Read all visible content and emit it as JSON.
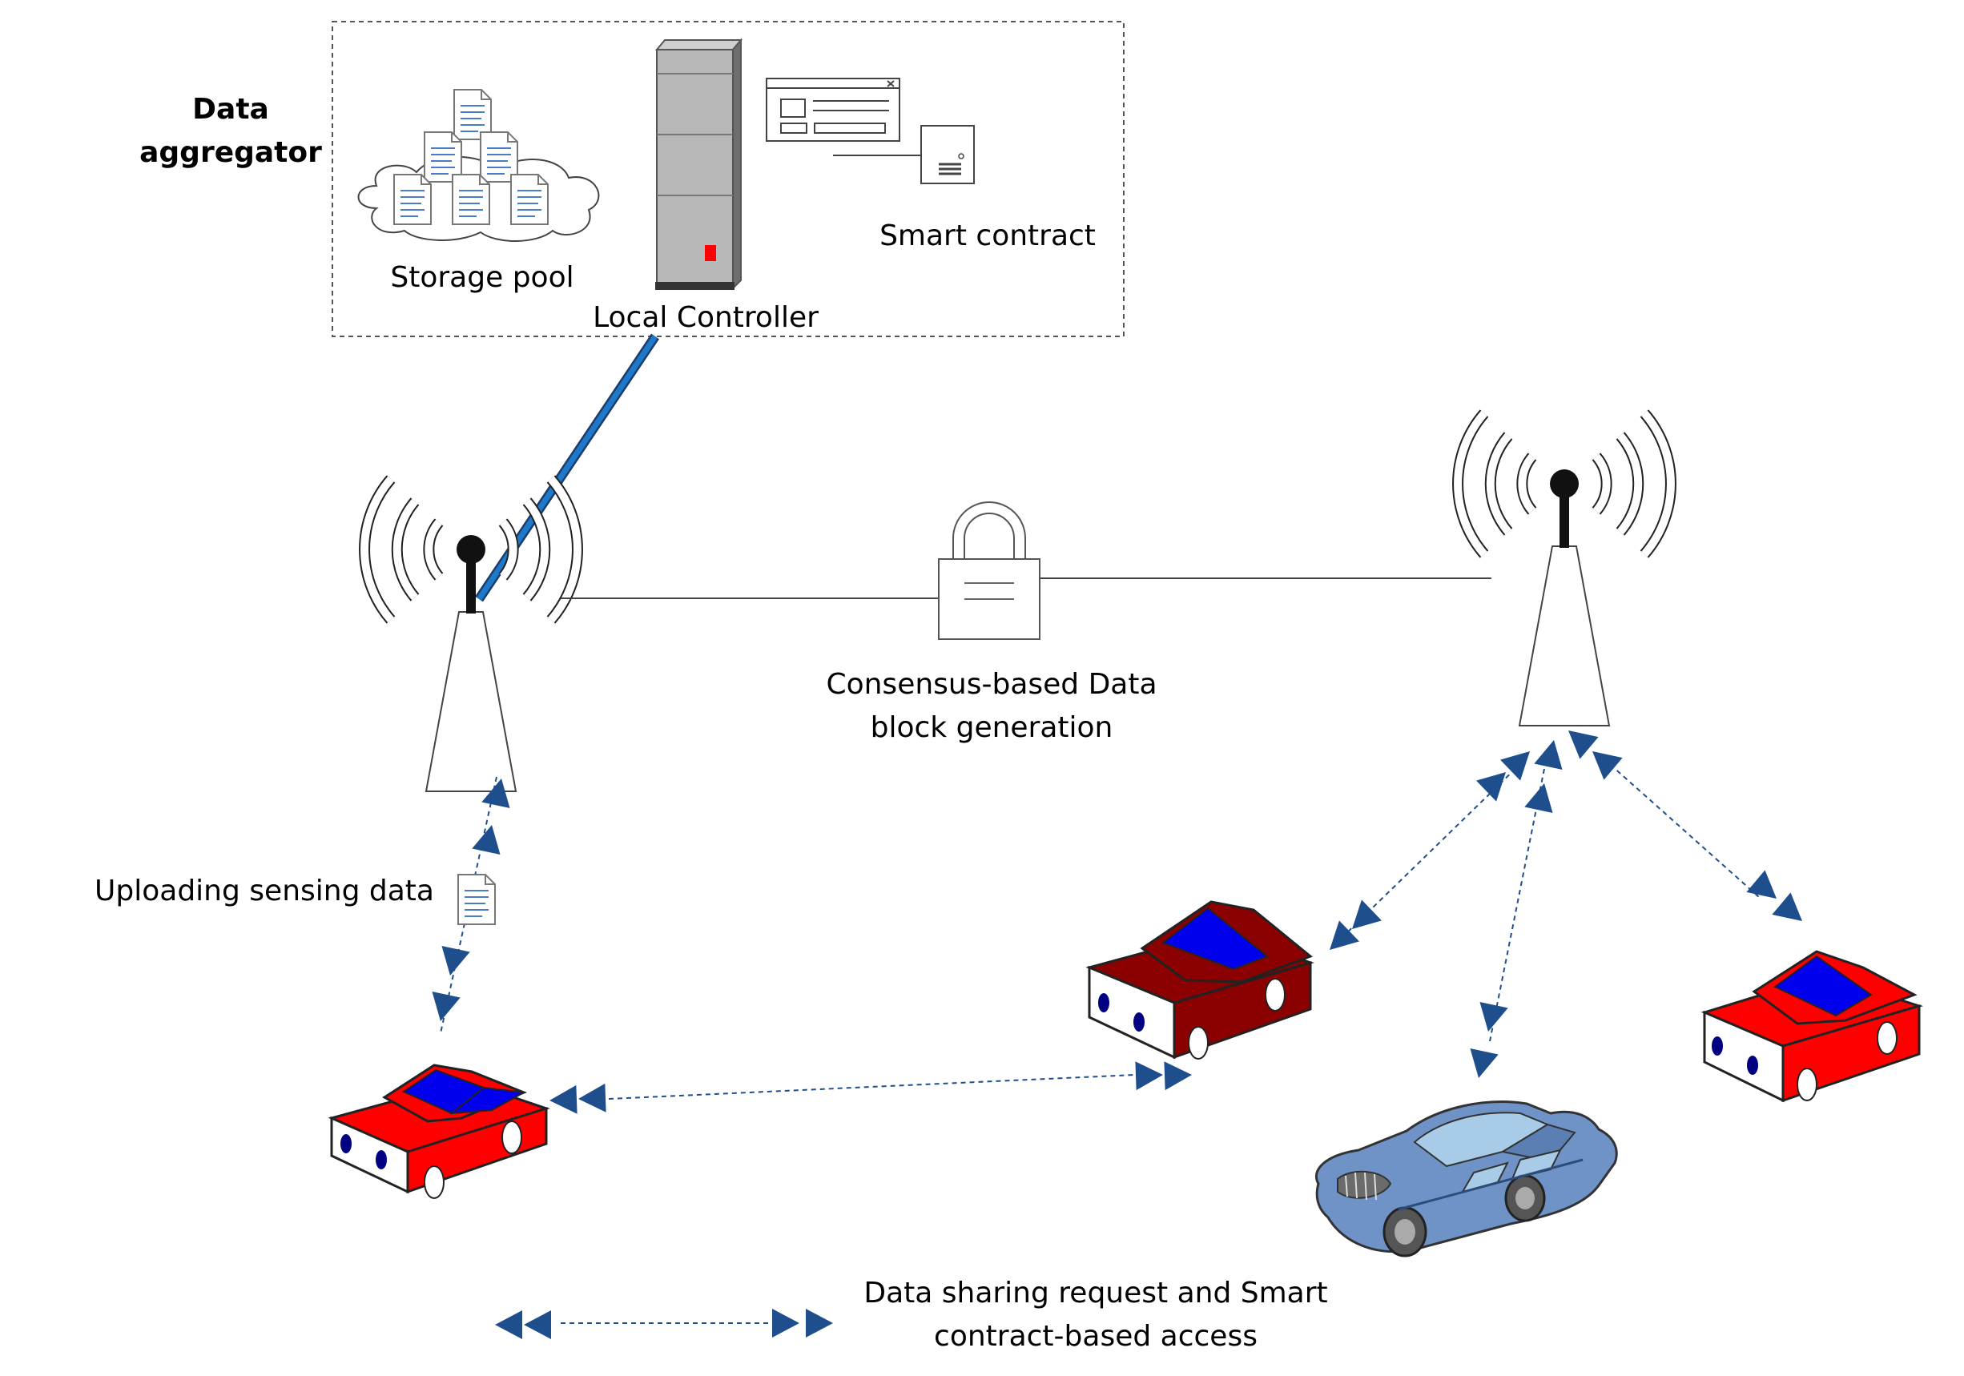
{
  "aggregator": {
    "title_line1": "Data",
    "title_line2": "aggregator",
    "storage_label": "Storage pool",
    "controller_label": "Local Controller",
    "contract_label": "Smart contract"
  },
  "consensus": {
    "line1": "Consensus-based Data",
    "line2": "block generation"
  },
  "upload_label": "Uploading sensing data",
  "legend": {
    "line1": "Data sharing request and Smart",
    "line2": "contract-based access"
  },
  "colors": {
    "link_blue": "#1f78c8",
    "arrow": "#1f4e8c",
    "car_red": "#ff0000",
    "car_dark_red": "#8b0000",
    "car_window": "#0000ee",
    "sedan": "#6f93c6"
  }
}
